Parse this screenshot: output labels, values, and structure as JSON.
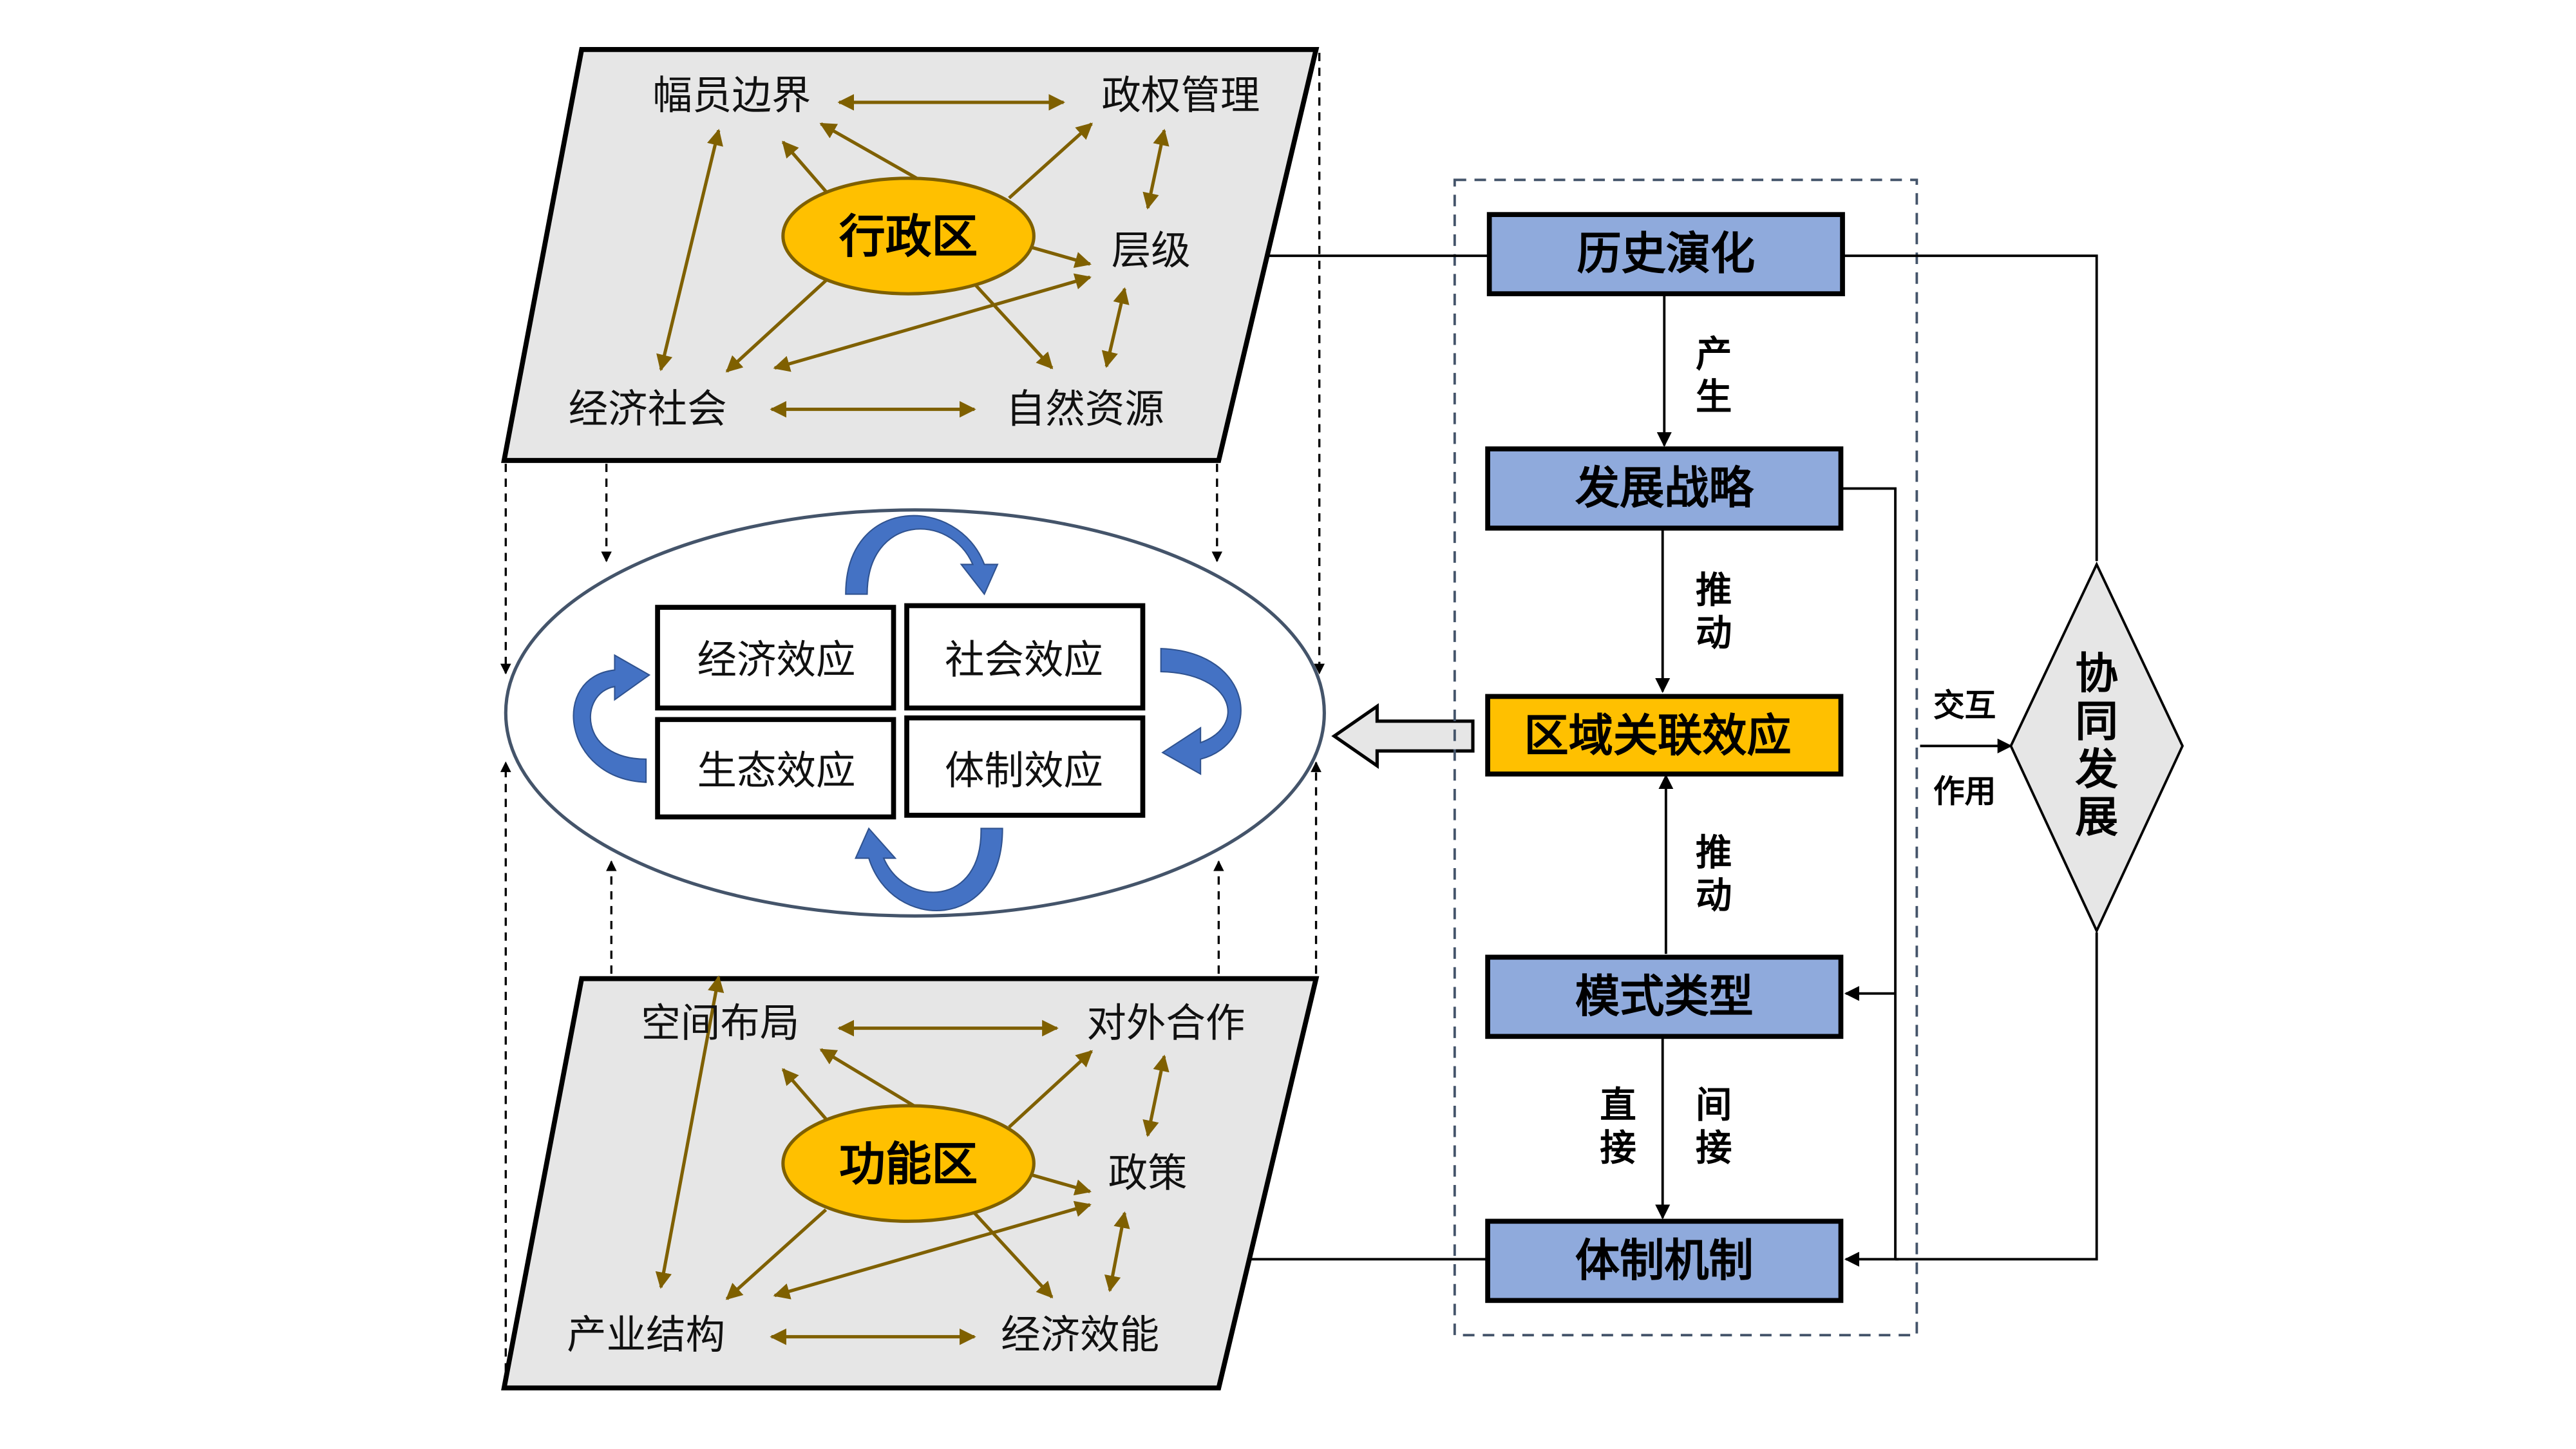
{
  "top_plane": {
    "center": "行政区",
    "nodes": {
      "top_left": "幅员边界",
      "top_right": "政权管理",
      "right": "层级",
      "bottom_left": "经济社会",
      "bottom_right": "自然资源"
    }
  },
  "bottom_plane": {
    "center": "功能区",
    "nodes": {
      "top_left": "空间布局",
      "top_right": "对外合作",
      "right": "政策",
      "bottom_left": "产业结构",
      "bottom_right": "经济效能"
    }
  },
  "effects": {
    "economic": "经济效应",
    "social": "社会效应",
    "ecological": "生态效应",
    "institutional": "体制效应"
  },
  "flow": {
    "history": "历史演化",
    "strategy": "发展战略",
    "regional": "区域关联效应",
    "pattern": "模式类型",
    "mechanism": "体制机制",
    "edge_produce": [
      "产",
      "生"
    ],
    "edge_push1": [
      "推",
      "动"
    ],
    "edge_push2": [
      "推",
      "动"
    ],
    "edge_direct": [
      "直",
      "接"
    ],
    "edge_indirect": [
      "间",
      "接"
    ],
    "interaction_top": "交互",
    "interaction_bottom": "作用",
    "synergy": [
      "协",
      "同",
      "发",
      "展"
    ]
  },
  "colors": {
    "plane_fill": "#e6e6e6",
    "node_fill": "#ffc000",
    "arrow_brown": "#7f6000",
    "flow_box": "#8faadc",
    "cycle_blue": "#4472c4",
    "ellipse_stroke": "#44546a"
  }
}
